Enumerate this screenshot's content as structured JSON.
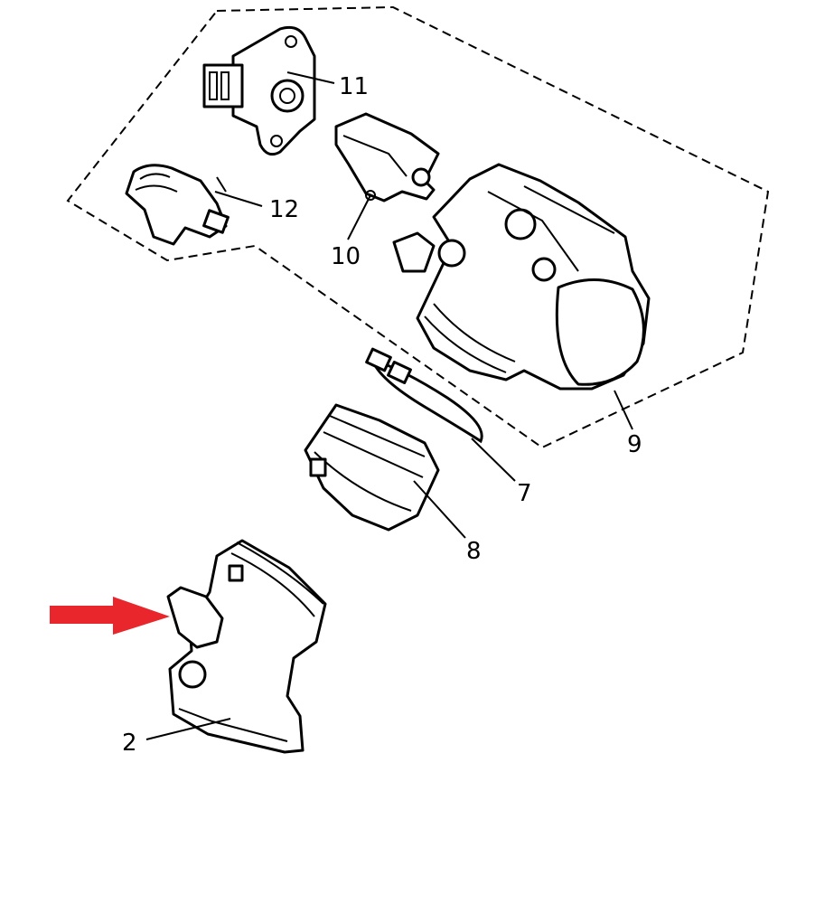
{
  "diagram": {
    "callouts": {
      "c2": "2",
      "c7": "7",
      "c8": "8",
      "c9": "9",
      "c10": "10",
      "c11": "11",
      "c12": "12"
    },
    "highlight_color": "#e8262b",
    "line_color": "#000000"
  }
}
